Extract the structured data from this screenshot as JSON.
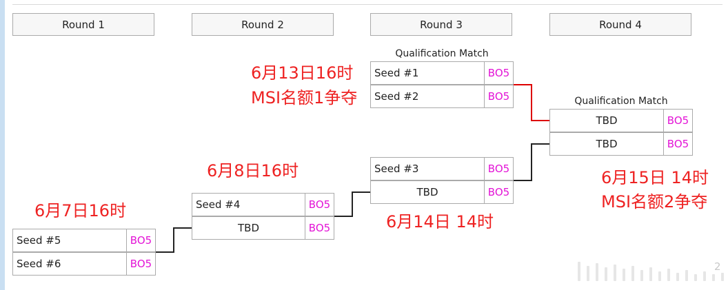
{
  "rounds": [
    "Round 1",
    "Round 2",
    "Round 3",
    "Round 4"
  ],
  "match_label": "Qualification Match",
  "slots": {
    "r1_m1_top": {
      "name": "Seed #5",
      "score": "BO5"
    },
    "r1_m1_bottom": {
      "name": "Seed #6",
      "score": "BO5"
    },
    "r2_m1_top": {
      "name": "Seed #4",
      "score": "BO5"
    },
    "r2_m1_bottom": {
      "name": "TBD",
      "score": "BO5"
    },
    "r3_q1_top": {
      "name": "Seed #1",
      "score": "BO5"
    },
    "r3_q1_bottom": {
      "name": "Seed #2",
      "score": "BO5"
    },
    "r3_m2_top": {
      "name": "Seed #3",
      "score": "BO5"
    },
    "r3_m2_bottom": {
      "name": "TBD",
      "score": "BO5"
    },
    "r4_q_top": {
      "name": "TBD",
      "score": "BO5"
    },
    "r4_q_bottom": {
      "name": "TBD",
      "score": "BO5"
    }
  },
  "notes": {
    "r1": "6月7日16时",
    "r2": "6月8日16时",
    "r3_q1_line1": "6月13日16时",
    "r3_q1_line2": "MSI名额1争夺",
    "r3_m2": "6月14日 14时",
    "r4_line1": "6月15日 14时",
    "r4_line2": "MSI名额2争夺"
  },
  "colors": {
    "score": "#e313d6",
    "note": "#ee2222",
    "highlight_connector": "#dd0000",
    "connector": "#222222"
  },
  "watermark_digit": "2"
}
